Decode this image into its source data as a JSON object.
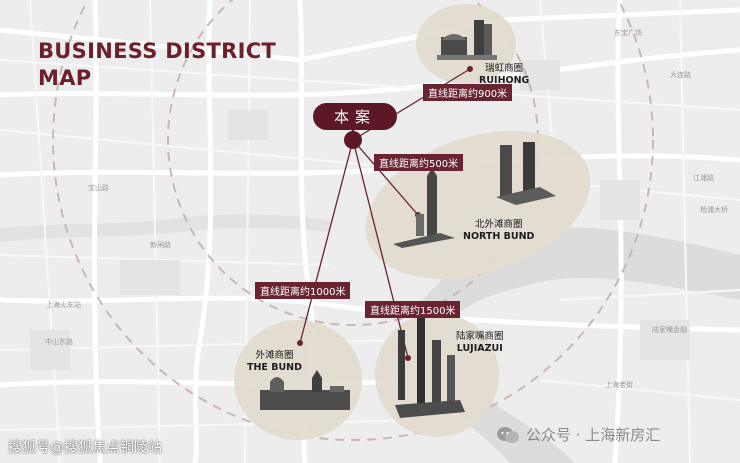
{
  "title": {
    "line1": "BUSINESS DISTRICT",
    "line2": "MAP"
  },
  "project_pin": {
    "label": "本案",
    "icon": "map-pin-icon"
  },
  "districts": [
    {
      "id": "ruihong",
      "cn": "瑞虹商圈",
      "en": "RUIHONG",
      "distance": "直线距离约900米"
    },
    {
      "id": "north-bund",
      "cn": "北外滩商圈",
      "en": "NORTH BUND",
      "distance": "直线距离约500米"
    },
    {
      "id": "the-bund",
      "cn": "外滩商圈",
      "en": "THE BUND",
      "distance": "直线距离约1000米"
    },
    {
      "id": "lujiazui",
      "cn": "陆家嘴商圈",
      "en": "LUJIAZUI",
      "distance": "直线距离约1500米"
    }
  ],
  "map_labels": {
    "dongbao": "东宝广场",
    "datong": "大连路",
    "baoshan": "宝山路",
    "shanghai_station": "上海火车站",
    "jiangpu": "江浦路",
    "lujiazui_fin": "陆家嘴金融",
    "yangpu": "杨浦大桥",
    "shanghai_lao": "上海老街",
    "xinzha": "新闸路",
    "zhongshan": "中山东路"
  },
  "watermarks": {
    "left": "搜狐号@搜狐焦点铜陵站",
    "right": "公众号 · 上海新房汇"
  },
  "colors": {
    "accent": "#5c1824",
    "title": "#6e1f2a",
    "map_bg": "#eeeeee",
    "halo": "#e3dccf",
    "dashed_ring": "#c9b7b4"
  }
}
